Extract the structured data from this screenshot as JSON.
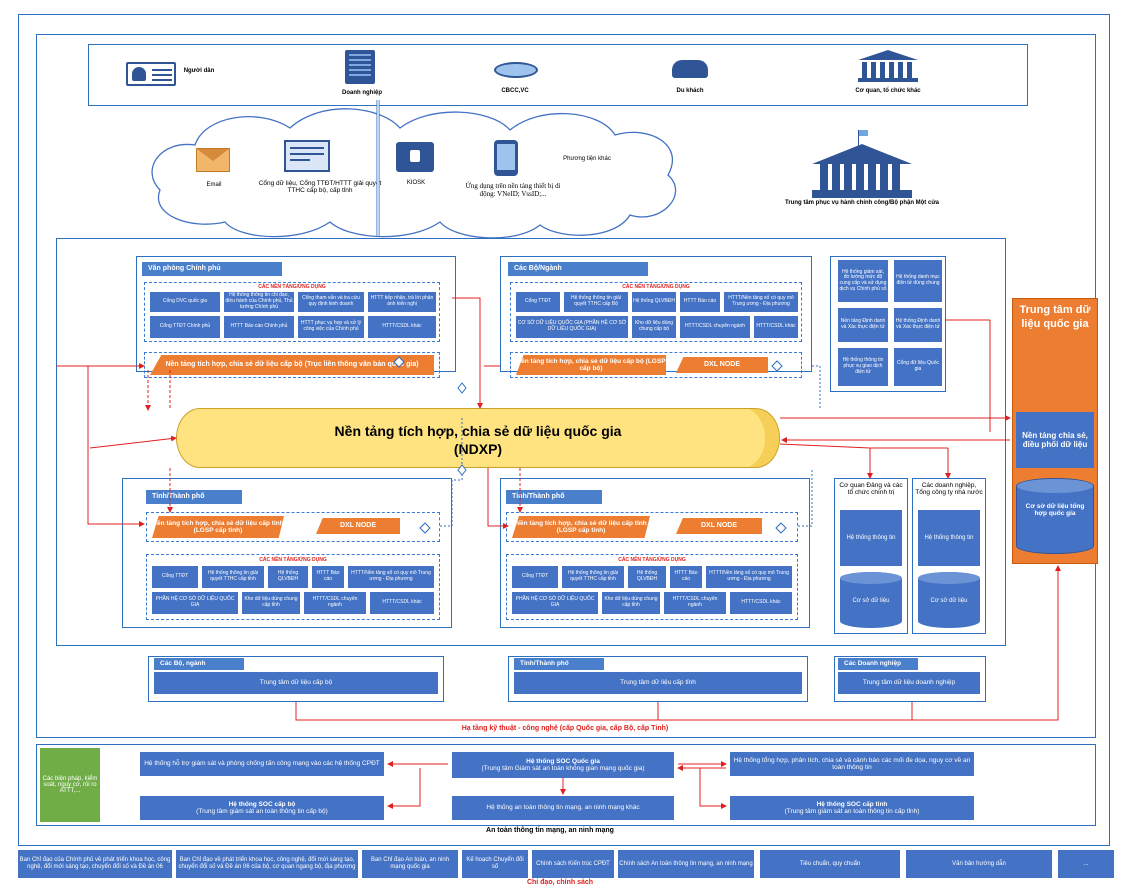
{
  "actors": {
    "nguoi_dan": "Người dân",
    "doanh_nghiep": "Doanh nghiệp",
    "cbcc": "CBCC,VC",
    "du_khach": "Du khách",
    "co_quan": "Cơ quan, tổ chức khác"
  },
  "channels": {
    "email": "Email",
    "portal": "Cổng dữ liệu, Cổng TTĐT/HTTT giải quyết TTHC cấp bộ, cấp tỉnh",
    "kiosk": "KIOSK",
    "mobile": "Ứng dụng trên nền tảng thiết bị di động: VNeID; VssID;...",
    "other": "Phương tiện khác"
  },
  "service_center": "Trung tâm phục vụ hành chính công/Bộ phận Một cửa",
  "van_phong": {
    "title": "Văn phòng Chính phủ",
    "apps_title": "CÁC NỀN TẢNG/ỨNG DỤNG",
    "apps": [
      "Cổng DVC quốc gia",
      "Hệ thống thông tin chỉ đạo, điều hành của Chính phủ, Thủ tướng Chính phủ",
      "Cổng tham vấn và tra cứu quy định kinh doanh",
      "HTTT tiếp nhận, trả lời phản ánh kiến nghị",
      "Cổng TTĐT Chính phủ",
      "HTTT Báo cáo Chính phủ",
      "HTTT phục vụ họp và xử lý công việc của Chính phủ",
      "HTTT/CSDL khác"
    ],
    "lgsp": "Nền tảng tích hợp, chia sẻ dữ liệu cấp bộ (Trục liên thông văn bản quốc gia)"
  },
  "bo_nganh": {
    "title": "Các Bộ/Ngành",
    "apps_title": "CÁC NỀN TẢNG/ỨNG DỤNG",
    "apps": [
      "Cổng TTĐT",
      "Hệ thống thông tin giải quyết TTHC cấp Bộ",
      "Hệ thống QLVBĐH",
      "HTTT Báo cáo",
      "HTTT/Nền tảng số có quy mô Trung ương - Địa phương",
      "CƠ SỞ DỮ LIỆU QUỐC GIA (PHẦN HỆ CƠ SỞ DỮ LIỆU QUỐC GIA)",
      "Kho dữ liệu dùng chung cấp bộ",
      "HTTT/CSDL chuyên ngành",
      "HTTT/CSDL khác"
    ],
    "lgsp": "Nền tảng tích hợp, chia sẻ dữ liệu cấp bộ (LGSP cấp bộ)",
    "dxl": "DXL NODE"
  },
  "right_systems": [
    "Hệ thống giám sát, đo lường mức độ cung cấp và sử dụng dịch vụ Chính phủ số",
    "Hệ thống danh mục điện tử dùng chung",
    "Nền tảng Định danh và Xác thực điện tử",
    "Hệ thống Định danh và Xác thực điện tử",
    "Hệ thống thông tin phục vụ giao dịch điện tử",
    "Cổng dữ liệu Quốc gia"
  ],
  "ndxp": {
    "line1": "Nền tảng tích hợp, chia sẻ dữ liệu quốc gia",
    "line2": "(NDXP)"
  },
  "data_center": {
    "title": "Trung tâm dữ liệu quốc gia",
    "platform": "Nền tảng chia sẻ, điều phối dữ liệu",
    "db": "Cơ sở dữ liệu tổng hợp quốc gia"
  },
  "tinh_left": {
    "title": "Tỉnh/Thành phố",
    "lgsp": "Nền tảng tích hợp, chia sẻ dữ liệu cấp tỉnh (LGSP cấp tỉnh)",
    "dxl": "DXL NODE",
    "apps_title": "CÁC NỀN TẢNG/ỨNG DỤNG",
    "apps": [
      "Cổng TTĐT",
      "Hệ thống thông tin giải quyết TTHC cấp tỉnh",
      "Hệ thống QLVBĐH",
      "HTTT Báo cáo",
      "HTTT/Nền tảng số có quy mô Trung ương - Địa phương",
      "PHẦN HỆ CƠ SỞ DỮ LIỆU QUỐC GIA",
      "Kho dữ liệu dùng chung cấp tỉnh",
      "HTTT/CSDL chuyên ngành",
      "HTTT/CSDL khác"
    ]
  },
  "tinh_right": {
    "title": "Tỉnh/Thành phố",
    "lgsp": "Nền tảng tích hợp, chia sẻ dữ liệu cấp tỉnh (LGSP cấp tỉnh)",
    "dxl": "DXL NODE",
    "apps_title": "CÁC NỀN TẢNG/ỨNG DỤNG",
    "apps": [
      "Cổng TTĐT",
      "Hệ thống thông tin giải quyết TTHC cấp tỉnh",
      "Hệ thống QLVBĐH",
      "HTTT Báo cáo",
      "HTTT/Nền tảng số có quy mô Trung ương - Địa phương",
      "PHẦN HỆ CƠ SỞ DỮ LIỆU QUỐC GIA",
      "Kho dữ liệu dùng chung cấp tỉnh",
      "HTTT/CSDL chuyên ngành",
      "HTTT/CSDL khác"
    ]
  },
  "dang": {
    "title": "Cơ quan Đảng và các tổ chức chính trị",
    "system": "Hệ thống thông tin",
    "db": "Cơ sở dữ liệu"
  },
  "dn_nha_nuoc": {
    "title": "Các doanh nghiệp, Tổng công ty nhà nước",
    "system": "Hệ thống thông tin",
    "db": "Cơ sở dữ liệu"
  },
  "datacenters": [
    {
      "header": "Các Bộ, ngành",
      "label": "Trung tâm dữ liệu cấp bộ"
    },
    {
      "header": "Tỉnh/Thành phố",
      "label": "Trung tâm dữ liệu cấp tỉnh"
    },
    {
      "header": "Các Doanh nghiệp",
      "label": "Trung tâm dữ liệu doanh nghiệp"
    }
  ],
  "infra_label": "Hạ tầng kỹ thuật - công nghệ (cấp Quốc gia, cấp Bộ, cấp Tỉnh)",
  "security": {
    "left_green": "Các biện pháp, kiểm soát, nguy cơ, rủi ro ATTT,...",
    "monitor": "Hệ thống hỗ trợ giám sát và phòng chống tấn công mạng vào các hệ thống CPĐT",
    "soc_national_title": "Hệ thống SOC Quốc gia",
    "soc_national_sub": "(Trung tâm Giám sát an toàn không gian mạng quốc gia)",
    "analysis": "Hệ thống tổng hợp, phân tích, chia sẻ và cảnh báo các mối đe dọa, nguy cơ về an toàn thông tin",
    "soc_bo_title": "Hệ thống SOC cấp bộ",
    "soc_bo_sub": "(Trung tâm giám sát an toàn thông tin cấp bộ)",
    "other_sec": "Hệ thống an toàn thông tin mạng, an ninh mạng khác",
    "soc_tinh_title": "Hệ thống SOC cấp tỉnh",
    "soc_tinh_sub": "(Trung tâm giám sát an toàn thông tin cấp tỉnh)",
    "label": "An toàn thông tin mạng, an ninh mạng"
  },
  "policies": [
    "Ban Chỉ đạo của Chính phủ về phát triển khoa học, công nghệ, đổi mới sáng tạo, chuyển đổi số và Đề án 06",
    "Ban Chỉ đạo về phát triển khoa học, công nghệ, đổi mới sáng tạo, chuyển đổi số và Đề án 06 của bộ, cơ quan ngang bộ, địa phương",
    "Ban Chỉ đạo An toàn, an ninh mạng quốc gia",
    "Kế hoạch Chuyển đổi số",
    "Chính sách Kiến trúc CPĐT",
    "Chính sách An toàn thông tin mạng, an ninh mạng",
    "Tiêu chuẩn, quy chuẩn",
    "Văn bản hướng dẫn",
    "..."
  ],
  "policies_label": "Chỉ đạo, chính sách",
  "colors": {
    "blue": "#4472c4",
    "orange": "#ed7d31",
    "red": "#e02020",
    "yellow": "#ffe380",
    "green": "#70ad47",
    "frame": "#2e6fbf"
  }
}
